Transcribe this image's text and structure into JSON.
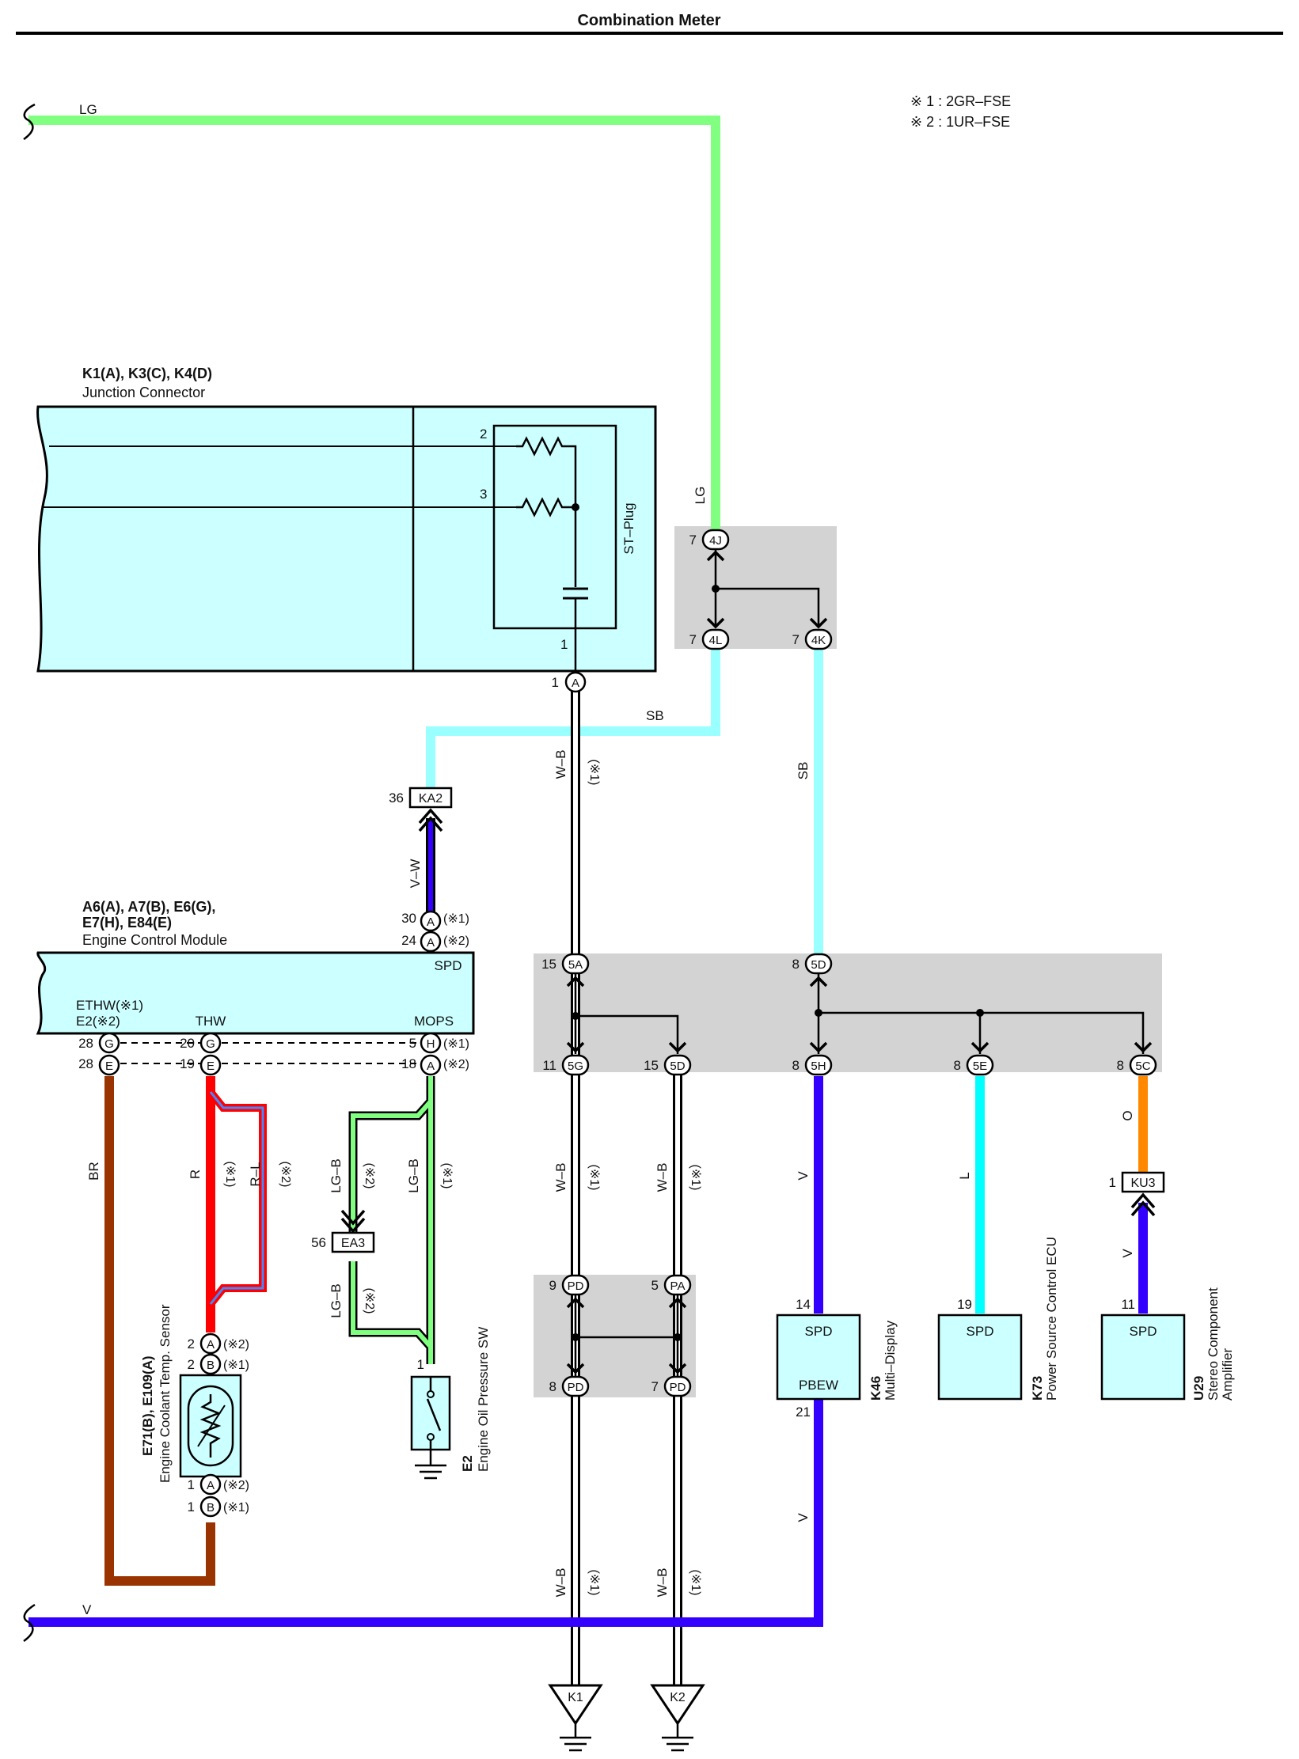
{
  "title": "Combination Meter",
  "notes": {
    "n1": "※ 1 : 2GR–FSE",
    "n2": "※ 2 : 1UR–FSE"
  },
  "colors": {
    "LG": "#80ff80",
    "SB": "#99ffff",
    "L": "#00ffff",
    "V": "#3300ff",
    "R": "#ff0000",
    "BR": "#993300",
    "O": "#ff8800",
    "box": "#ccffff",
    "junction_bg": "#d3d3d3"
  },
  "junction_connector": {
    "title": "K1(A), K3(C), K4(D)",
    "subtitle": "Junction Connector",
    "st_plug": "ST–Plug",
    "pin2": "2",
    "pin3": "3",
    "pin1": "1",
    "conn_pin": "1",
    "conn_letter": "A"
  },
  "ecm": {
    "title_l1": "A6(A), A7(B), E6(G),",
    "title_l2": "E7(H), E84(E)",
    "subtitle": "Engine Control Module",
    "spd": "SPD",
    "ethw1": "ETHW(※1)",
    "ethw2": "E2(※2)",
    "thw": "THW",
    "mops": "MOPS",
    "pins": {
      "p30": "30",
      "p24": "24",
      "p28a": "28",
      "p28b": "28",
      "p20": "20",
      "p19": "19",
      "p5": "5",
      "p18": "18"
    },
    "letters": {
      "A": "A",
      "G": "G",
      "E": "E",
      "H": "H"
    },
    "notes": {
      "s1": "(※1)",
      "s2": "(※2)"
    }
  },
  "connectors": {
    "ka2": {
      "pin": "36",
      "name": "KA2"
    },
    "ea3": {
      "pin": "56",
      "name": "EA3"
    },
    "ku3": {
      "pin": "1",
      "name": "KU3"
    }
  },
  "junction_4": {
    "c4J": {
      "pin": "7",
      "name": "4J"
    },
    "c4L": {
      "pin": "7",
      "name": "4L"
    },
    "c4K": {
      "pin": "7",
      "name": "4K"
    }
  },
  "junction_5": {
    "c5A": {
      "pin": "15",
      "name": "5A"
    },
    "c5D_top": {
      "pin": "8",
      "name": "5D"
    },
    "c5G": {
      "pin": "11",
      "name": "5G"
    },
    "c5D": {
      "pin": "15",
      "name": "5D"
    },
    "c5H": {
      "pin": "8",
      "name": "5H"
    },
    "c5E": {
      "pin": "8",
      "name": "5E"
    },
    "c5C": {
      "pin": "8",
      "name": "5C"
    }
  },
  "junction_p": {
    "cPD_top": {
      "pin": "9",
      "name": "PD"
    },
    "cPA": {
      "pin": "5",
      "name": "PA"
    },
    "cPD_bl": {
      "pin": "8",
      "name": "PD"
    },
    "cPD_br": {
      "pin": "7",
      "name": "PD"
    }
  },
  "wire_labels": {
    "lg_top": "LG",
    "lg_vert": "LG",
    "sb_h": "SB",
    "sb_v": "SB",
    "wb": "W–B",
    "vw": "V–W",
    "br": "BR",
    "r": "R",
    "rl": "R–L",
    "lgb": "LG–B",
    "v": "V",
    "l": "L",
    "o": "O",
    "v_bottom": "V",
    "s1": "(※1)",
    "s2": "(※2)"
  },
  "sensor": {
    "id": "E71(B), E109(A)",
    "name": "Engine Coolant Temp.  Sensor",
    "pin2": "2",
    "pin1": "1",
    "letter_a": "A",
    "letter_b": "B"
  },
  "oil_sw": {
    "id": "E2",
    "name": "Engine Oil Pressure SW",
    "pin": "1"
  },
  "multi_display": {
    "id": "K46",
    "name": "Multi–Display",
    "spd": "SPD",
    "pbew": "PBEW",
    "pin14": "14",
    "pin21": "21"
  },
  "psc_ecu": {
    "id": "K73",
    "name": "Power Source Control ECU",
    "spd": "SPD",
    "pin": "19"
  },
  "stereo_amp": {
    "id": "U29",
    "name_l1": "Stereo Component",
    "name_l2": "Amplifier",
    "spd": "SPD",
    "pin": "11"
  },
  "grounds": {
    "k1": "K1",
    "k2": "K2"
  }
}
